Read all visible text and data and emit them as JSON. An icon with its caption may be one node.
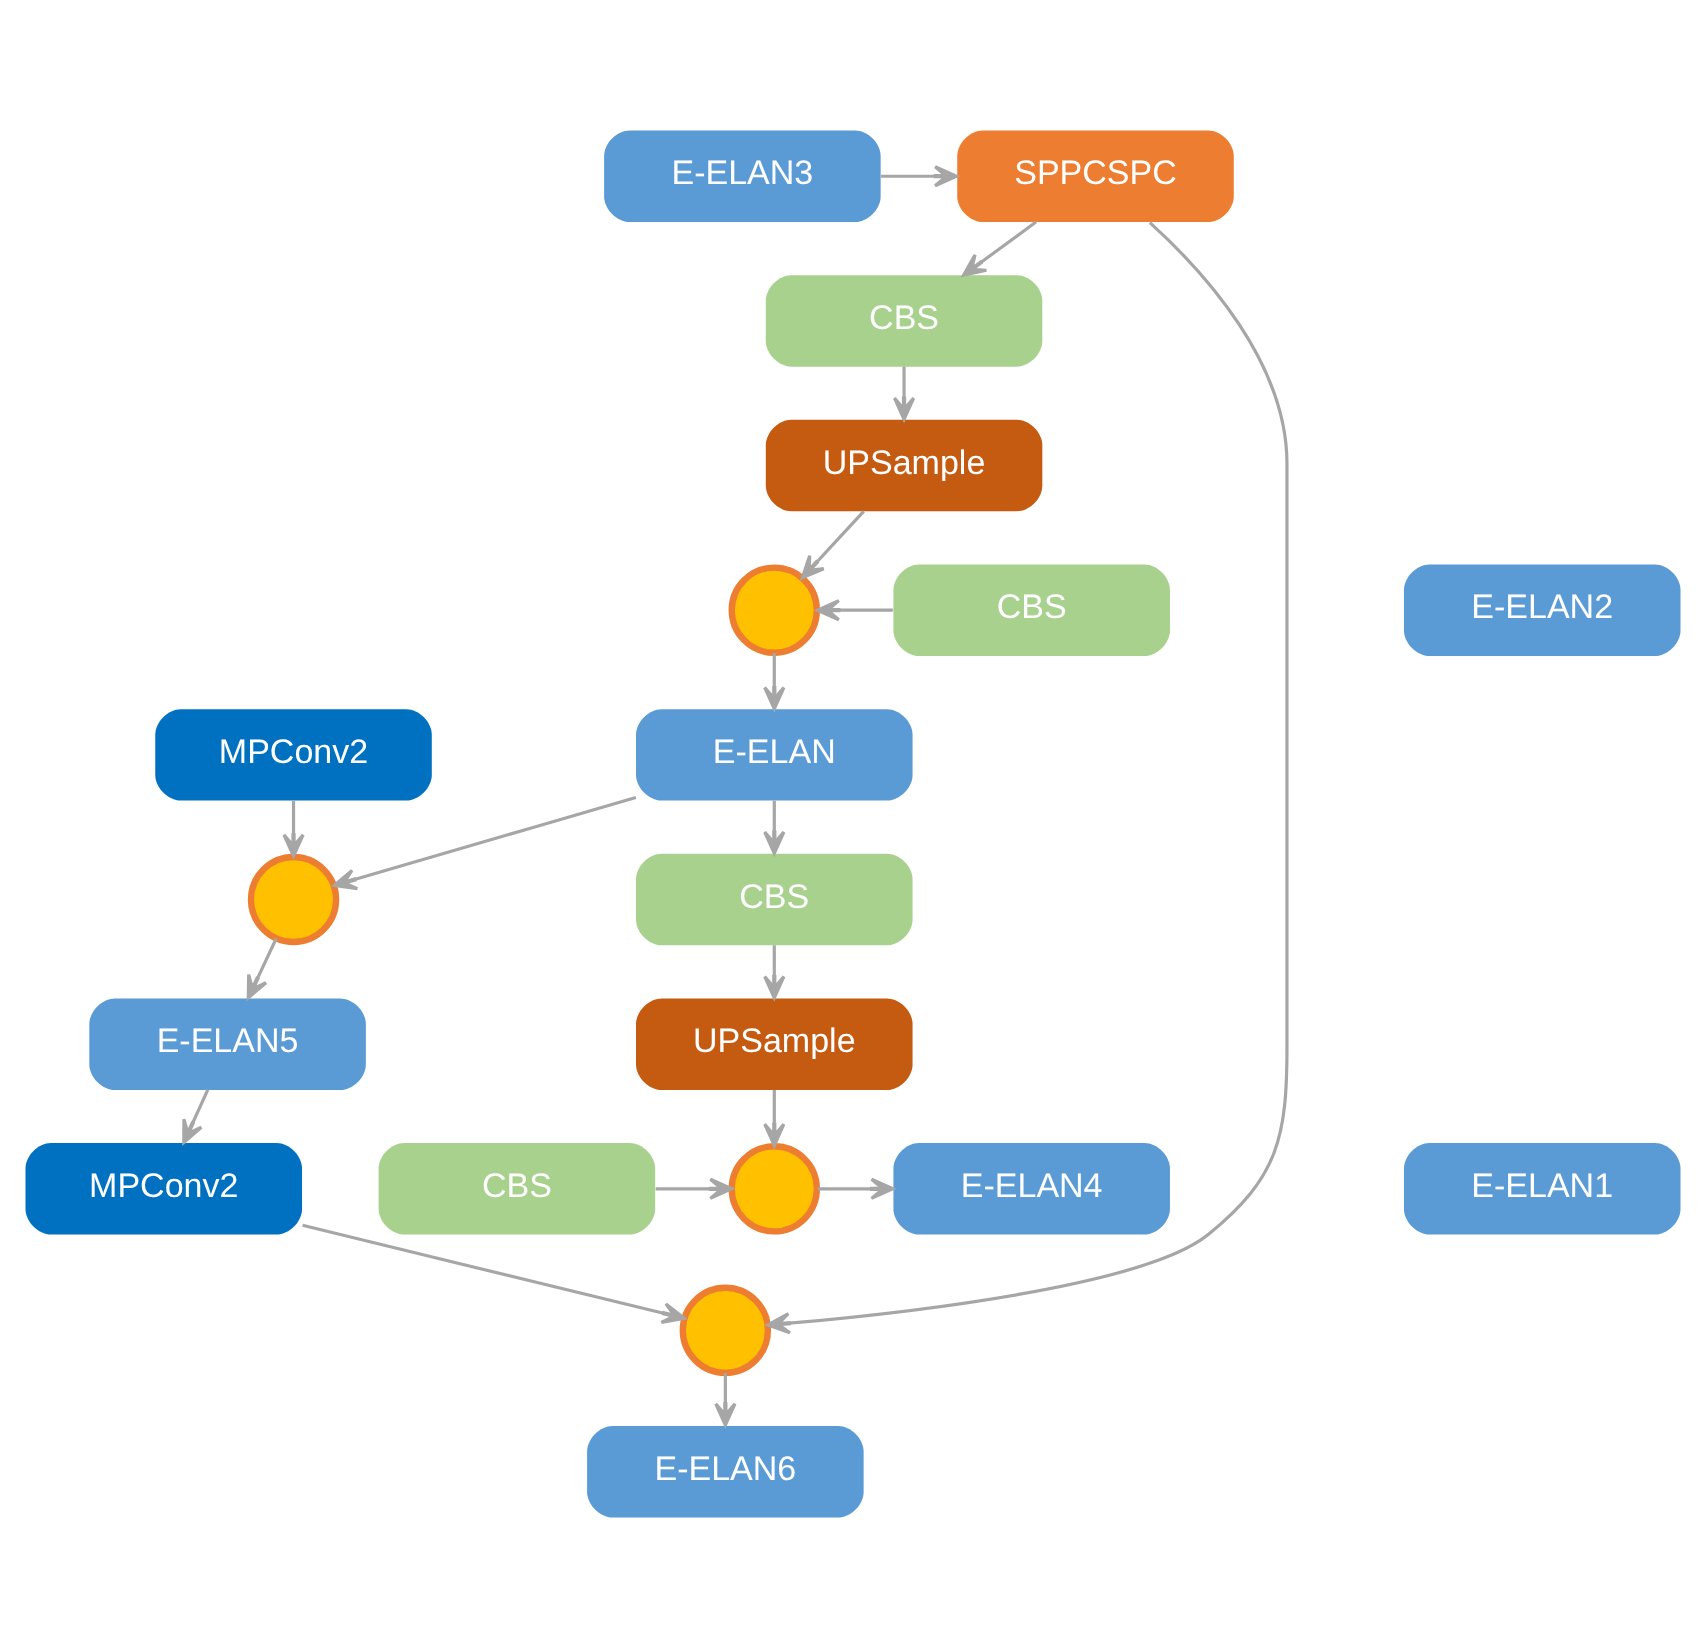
{
  "diagram": {
    "nodes": [
      {
        "text": [
          "E-ELAN3"
        ]
      },
      {
        "text": [
          "SPPCSPC"
        ]
      },
      {
        "text": [
          "E-ELAN6"
        ]
      },
      {
        "text": [
          "CBS"
        ]
      },
      {
        "text": [],
        "shape": "circle"
      },
      {
        "text": [
          "UPSample"
        ]
      },
      {
        "text": [
          "MPConv2"
        ]
      },
      {
        "text": [
          "E-ELAN2"
        ]
      },
      {
        "text": [
          "CBS"
        ]
      },
      {
        "text": [],
        "shape": "circle"
      },
      {
        "text": [
          "E-ELAN5"
        ]
      },
      {
        "text": [
          "E-ELAN"
        ]
      },
      {
        "text": [],
        "shape": "circle"
      },
      {
        "text": [
          "CBS"
        ]
      },
      {
        "text": [
          "UPSample"
        ]
      },
      {
        "text": [
          "MPConv2"
        ]
      },
      {
        "text": [
          "E-ELAN1"
        ]
      },
      {
        "text": [
          "CBS"
        ]
      },
      {
        "text": [],
        "shape": "circle"
      },
      {
        "text": [
          "E-ELAN4"
        ]
      }
    ],
    "edges": [
      {
        "from": 0,
        "to": 1,
        "arrow": "to"
      },
      {
        "from": 1,
        "to": 3,
        "arrow": "to"
      },
      {
        "from": 1,
        "to": 4,
        "arrow": "to"
      },
      {
        "from": 3,
        "to": 5,
        "arrow": "to"
      },
      {
        "from": 4,
        "to": 2,
        "arrow": "to"
      },
      {
        "from": 5,
        "to": 9,
        "arrow": "to"
      },
      {
        "from": 6,
        "to": 4,
        "arrow": "to"
      },
      {
        "from": 8,
        "to": 9,
        "arrow": "to"
      },
      {
        "from": 9,
        "to": 11,
        "arrow": "to"
      },
      {
        "from": 10,
        "to": 6,
        "arrow": "to"
      },
      {
        "from": 11,
        "to": 13,
        "arrow": "to"
      },
      {
        "from": 11,
        "to": 12,
        "arrow": "to"
      },
      {
        "from": 12,
        "to": 10,
        "arrow": "to"
      },
      {
        "from": 13,
        "to": 14,
        "arrow": "to"
      },
      {
        "from": 15,
        "to": 12,
        "arrow": "to"
      },
      {
        "from": 14,
        "to": 18,
        "arrow": "to"
      },
      {
        "from": 17,
        "to": 18,
        "arrow": "to"
      },
      {
        "from": 18,
        "to": 19,
        "arrow": "to"
      }
    ]
  }
}
